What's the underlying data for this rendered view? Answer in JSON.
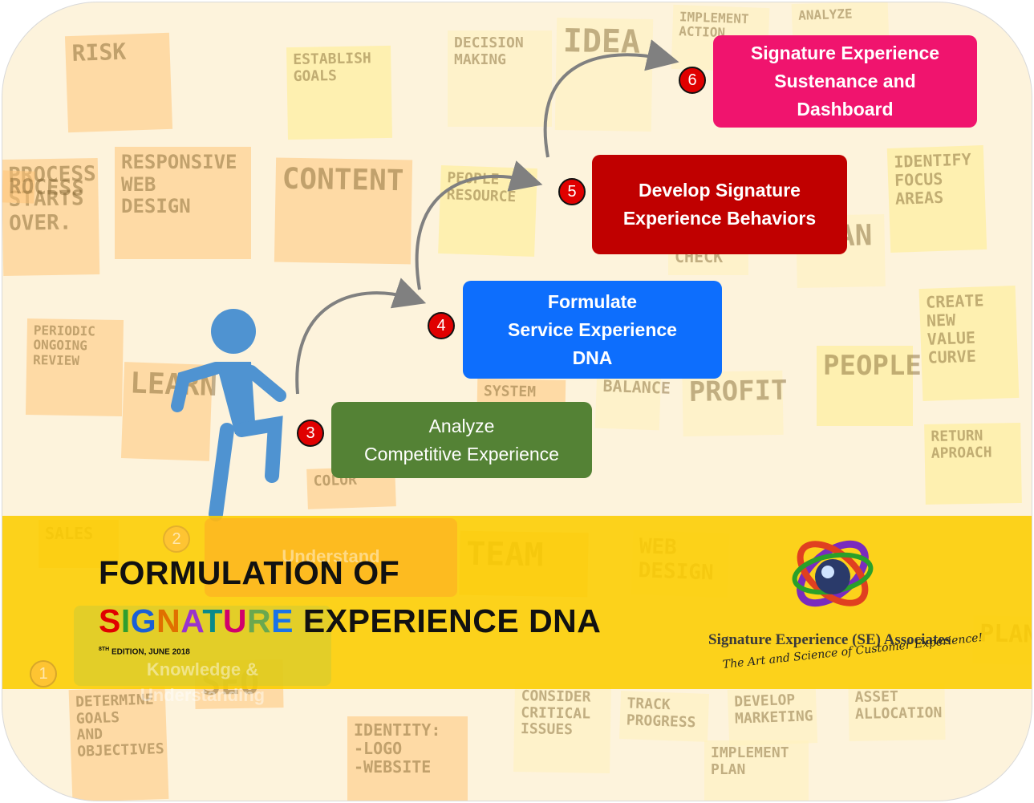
{
  "background_notes": [
    "RISK",
    "ESTABLISH\nGOALS",
    "DECISION\nMAKING",
    "IDEA",
    "IMPLEMENT\nACTION",
    "ANALYZE",
    "PROCESS\nSTARTS\nOVER.",
    "RESPONSIVE\nWEB\nDESIGN",
    "CONTENT",
    "PEOPLE\nRESOURCE",
    "IDENTIFY\nFOCUS\nAREAS",
    "PLAN",
    "CHECK",
    "PERIODIC\nONGOING\nREVIEW",
    "LEARN",
    "CREATE\nNEW\nVALUE\nCURVE",
    "PROFIT",
    "PEOPLE",
    "SYSTEM",
    "BALANCE",
    "COLOR",
    "RETURN\nAPROACH",
    "SALES",
    "TEAM",
    "WEB\nDESIGN",
    "DETERMINE\nGOALS\nAND\nOBJECTIVES",
    "SEO",
    "IDENTITY:\n-LOGO\n-WEBSITE",
    "CONSIDER\nCRITICAL\nISSUES",
    "TRACK\nPROGRESS",
    "DEVELOP\nMARKETING",
    "ASSET\nALLOCATION",
    "IMPLEMENT\nPLAN",
    "PLAN",
    "ROCESS"
  ],
  "steps": [
    {
      "num": "3",
      "label": "Analyze\nCompetitive Experience",
      "color": "#548235"
    },
    {
      "num": "4",
      "label": "Formulate\nService Experience\nDNA",
      "color": "#0d6efd"
    },
    {
      "num": "5",
      "label": "Develop Signature\nExperience Behaviors",
      "color": "#c00000"
    },
    {
      "num": "6",
      "label": "Signature Experience\nSustenance and\nDashboard",
      "color": "#f0146e"
    }
  ],
  "hidden_steps": [
    {
      "num": "2",
      "label": "Understand"
    },
    {
      "num": "1",
      "label": "Knowledge &\nUnderstanding"
    }
  ],
  "title": {
    "line1": "FORMULATION OF",
    "signature_letters": [
      "S",
      "I",
      "G",
      "N",
      "A",
      "T",
      "U",
      "R",
      "E"
    ],
    "signature_colors": [
      "#e00000",
      "#2e9e2e",
      "#1a5fd6",
      "#e07000",
      "#9933cc",
      "#0a8a8a",
      "#d1006c",
      "#6aa84f",
      "#1a73e8"
    ],
    "line2_rest": " EXPERIENCE DNA",
    "edition_sup": "8TH",
    "edition": " EDITION, JUNE 2018"
  },
  "brand": {
    "name": "Signature Experience (SE) Associates",
    "tagline": "The Art and Science of Customer Experience!",
    "logo_icon": "se-orbit-logo-icon"
  },
  "figure_icon": "walking-person-icon",
  "colors": {
    "band": "#fccd00",
    "arrow": "#808080",
    "figure": "#4f93d1"
  }
}
